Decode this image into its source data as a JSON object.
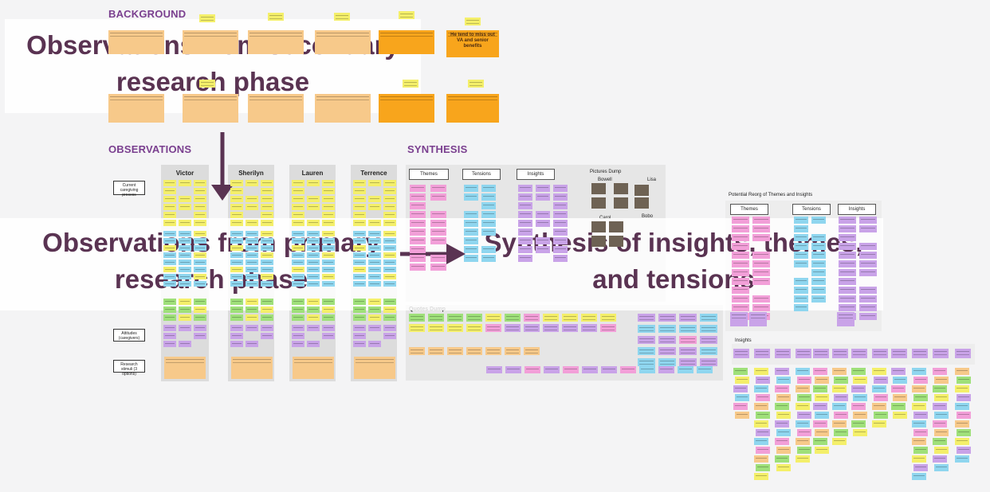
{
  "sections": {
    "background": "BACKGROUND",
    "observations": "OBSERVATIONS",
    "synthesis": "SYNTHESIS"
  },
  "participants": [
    "Victor",
    "Sherilyn",
    "Lauren",
    "Terrence"
  ],
  "row_labels": [
    "Current caregiving process",
    "Attitudes (caregivers)",
    "Research stimuli (3 options)"
  ],
  "background_cards": {
    "strong_1": "He tend to miss out VA and senior benefits",
    "elders": "5 Elders",
    "bg_text_1": "The elders tend to",
    "bg_text_2": "The caregiving needs",
    "bg_text_3": "Didn't like the watch because I got him to dress so he doesn't need day alone",
    "bg_text_4": "Doesn't consider herself too old to do a lot stuff"
  },
  "synthesis_boxes": [
    "Themes",
    "Tensions",
    "Insights"
  ],
  "pictures_dump": {
    "title": "Pictures Dump",
    "names": [
      "Bowell",
      "Lisa",
      "Carol",
      "Bobo"
    ]
  },
  "quotes_dump": "Quotes Dump",
  "reorg": {
    "title": "Potential Reorg of Themes and Insights",
    "boxes": [
      "Themes",
      "Tensions",
      "Insights"
    ]
  },
  "insights_label": "Insights",
  "overlays": {
    "secondary": "Observations from secondary research phase",
    "primary": "Observations from primary research phase",
    "synthesis": "Synthesis of insights, themes, and tensions"
  },
  "colors": {
    "section_label": "#7a3f8f",
    "overlay_text": "#5a3352",
    "sticky_yellow": "#f4ef6a",
    "sticky_purple": "#c9a3e8",
    "sticky_pink": "#f29fd8",
    "sticky_blue": "#8fd6ef",
    "sticky_green": "#9fe07a",
    "sticky_orange": "#f8a51c",
    "sticky_peach": "#f7c98a"
  }
}
